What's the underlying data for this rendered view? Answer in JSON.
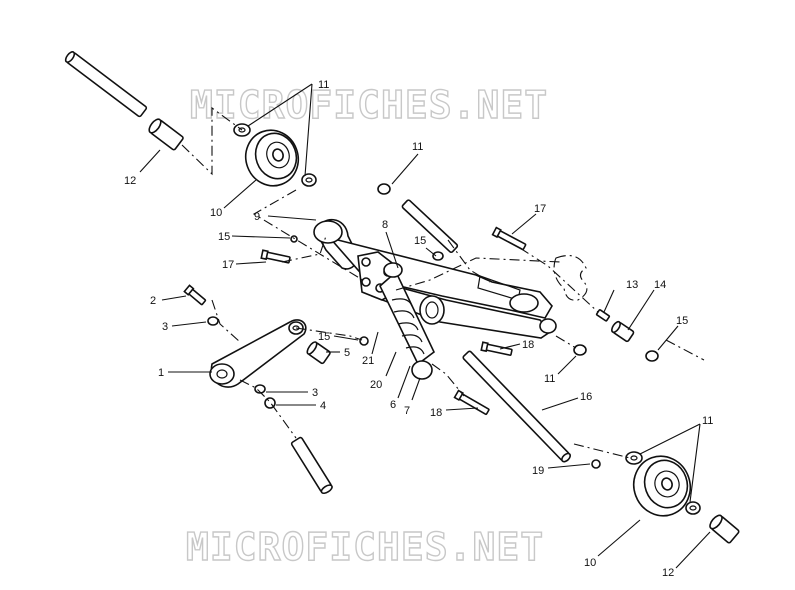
{
  "watermark": {
    "top_text": "MICROFICHES.NET",
    "bottom_text": "MICROFICHES.NET",
    "color": "#c8c8c8"
  },
  "callouts": [
    {
      "id": "c11a",
      "label": "11"
    },
    {
      "id": "c12a",
      "label": "12"
    },
    {
      "id": "c10a",
      "label": "10"
    },
    {
      "id": "c11b",
      "label": "11"
    },
    {
      "id": "c9",
      "label": "9"
    },
    {
      "id": "c8",
      "label": "8"
    },
    {
      "id": "c15a",
      "label": "15"
    },
    {
      "id": "c15b",
      "label": "15"
    },
    {
      "id": "c17a",
      "label": "17"
    },
    {
      "id": "c17b",
      "label": "17"
    },
    {
      "id": "c2",
      "label": "2"
    },
    {
      "id": "c3a",
      "label": "3"
    },
    {
      "id": "c15c",
      "label": "15"
    },
    {
      "id": "c5",
      "label": "5"
    },
    {
      "id": "c21",
      "label": "21"
    },
    {
      "id": "c1",
      "label": "1"
    },
    {
      "id": "c3b",
      "label": "3"
    },
    {
      "id": "c4",
      "label": "4"
    },
    {
      "id": "c20",
      "label": "20"
    },
    {
      "id": "c6",
      "label": "6"
    },
    {
      "id": "c7",
      "label": "7"
    },
    {
      "id": "c18a",
      "label": "18"
    },
    {
      "id": "c18b",
      "label": "18"
    },
    {
      "id": "c13",
      "label": "13"
    },
    {
      "id": "c14",
      "label": "14"
    },
    {
      "id": "c15d",
      "label": "15"
    },
    {
      "id": "c11c",
      "label": "11"
    },
    {
      "id": "c16",
      "label": "16"
    },
    {
      "id": "c19",
      "label": "19"
    },
    {
      "id": "c11d",
      "label": "11"
    },
    {
      "id": "c10b",
      "label": "10"
    },
    {
      "id": "c12b",
      "label": "12"
    }
  ]
}
